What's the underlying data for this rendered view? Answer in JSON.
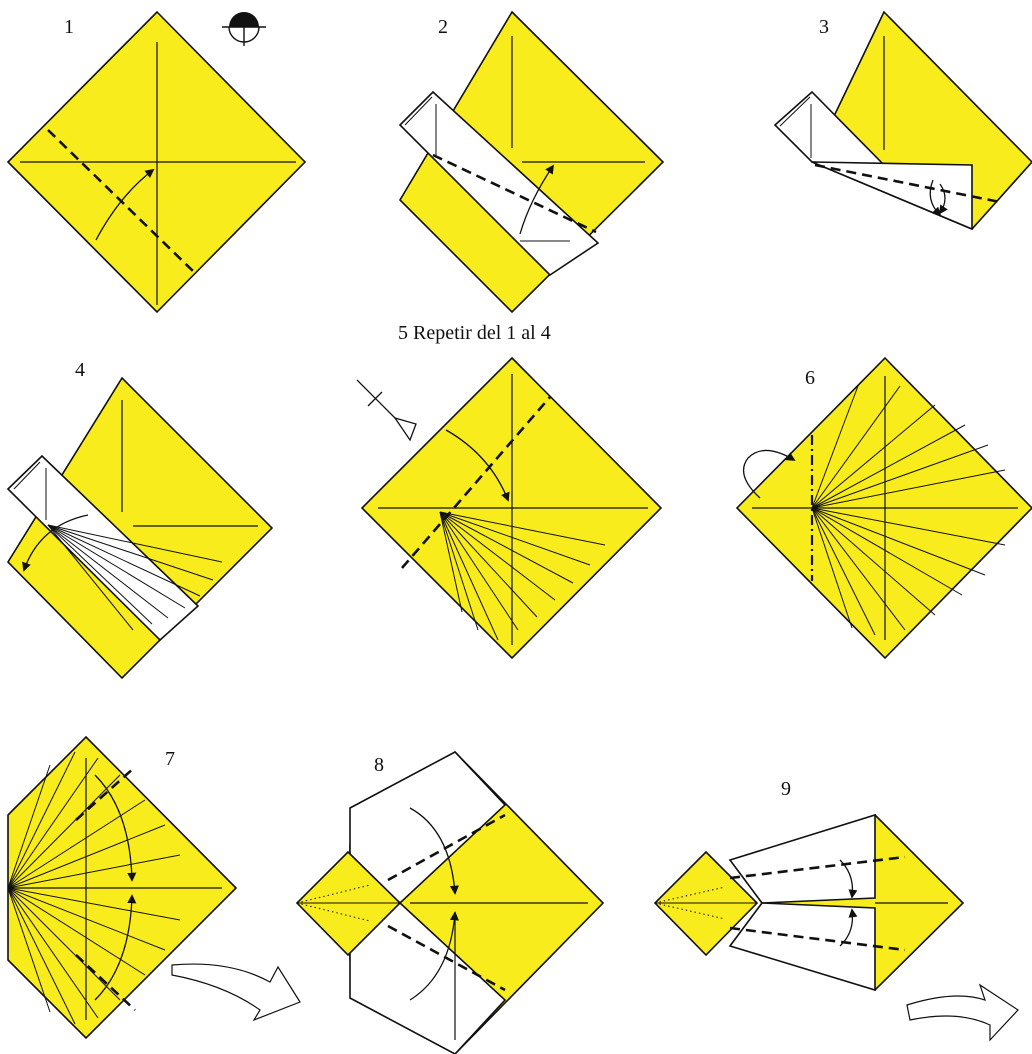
{
  "steps": [
    {
      "label": "1"
    },
    {
      "label": "2"
    },
    {
      "label": "3"
    },
    {
      "label": "4"
    },
    {
      "label": "5 Repetir del 1 al 4"
    },
    {
      "label": "6"
    },
    {
      "label": "7"
    },
    {
      "label": "8"
    },
    {
      "label": "9"
    }
  ],
  "colors": {
    "paper_front": "#f8ec1c",
    "paper_back": "#ffffff",
    "lines": "#111111"
  }
}
